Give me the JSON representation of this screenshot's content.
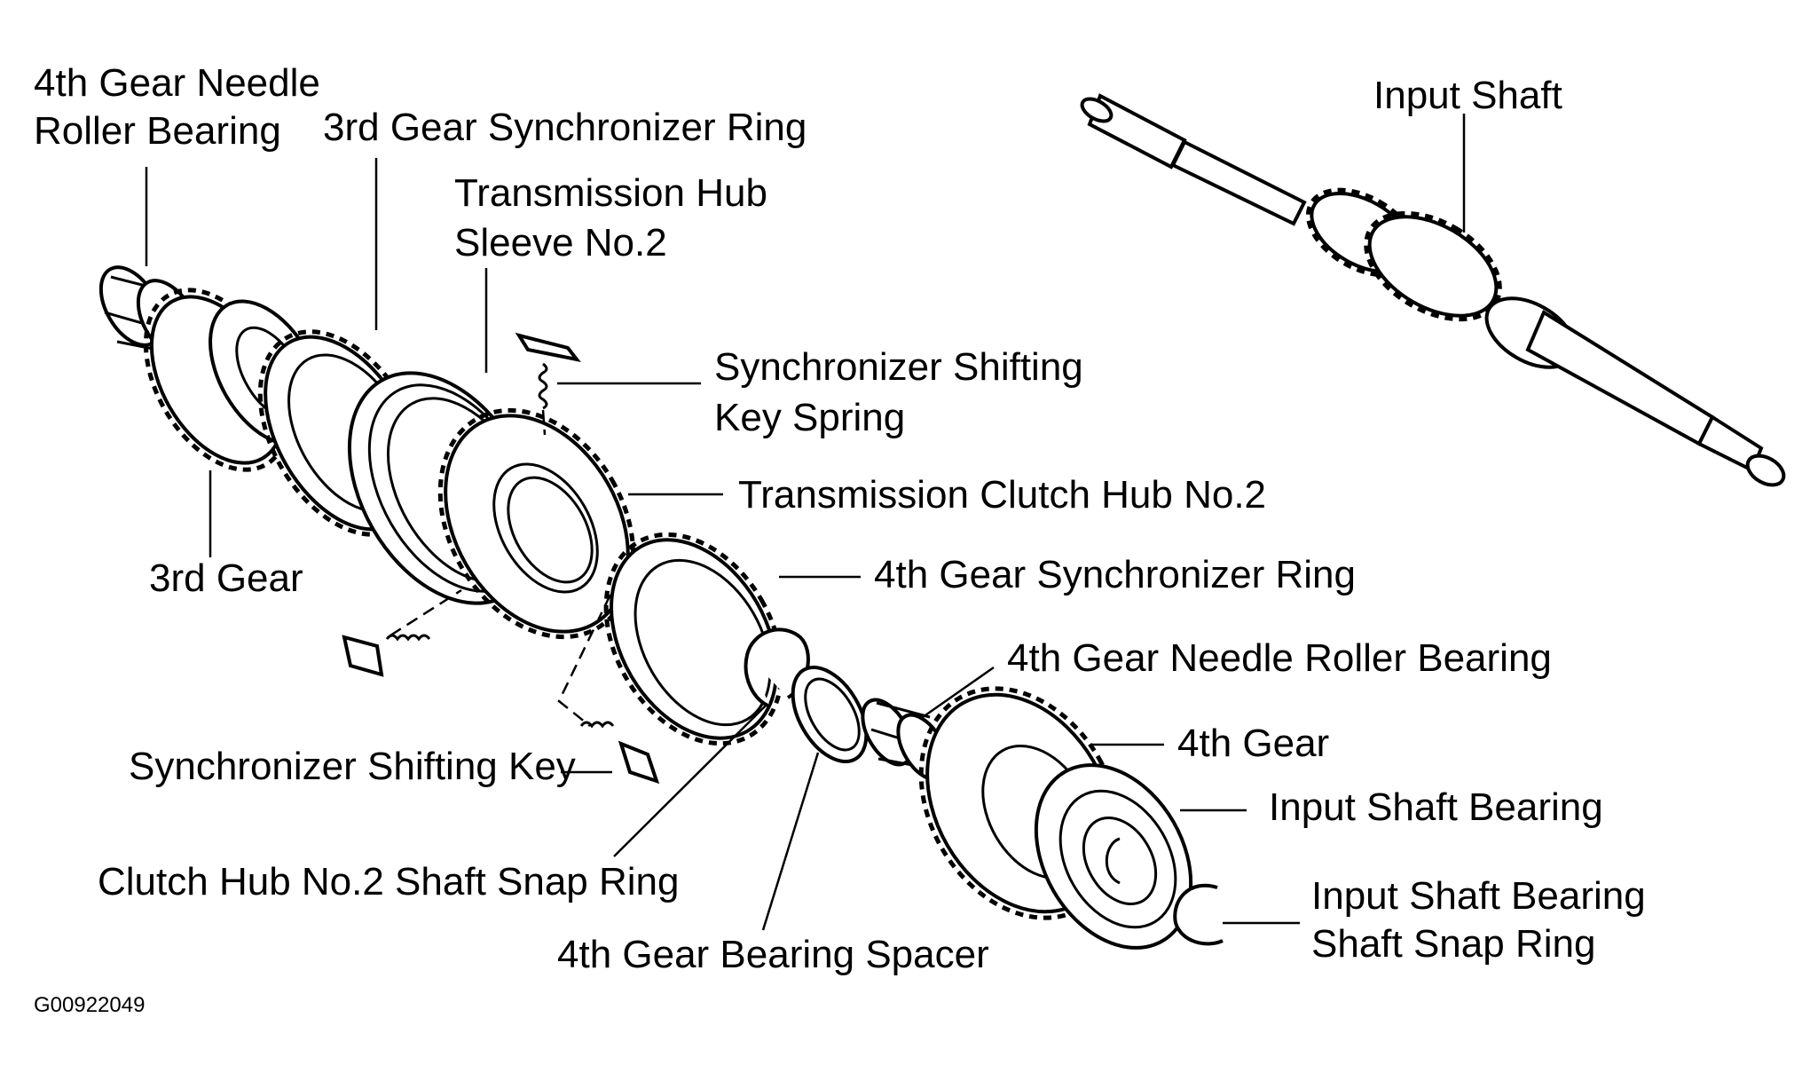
{
  "labels": {
    "needle_bearing_top_1": "4th Gear Needle",
    "needle_bearing_top_2": "Roller Bearing",
    "sync_ring_3rd": "3rd Gear Synchronizer Ring",
    "hub_sleeve_1": "Transmission Hub",
    "hub_sleeve_2": "Sleeve No.2",
    "input_shaft": "Input Shaft",
    "key_spring_1": "Synchronizer Shifting",
    "key_spring_2": "Key Spring",
    "clutch_hub": "Transmission Clutch Hub No.2",
    "gear_3rd": "3rd Gear",
    "sync_ring_4th": "4th Gear Synchronizer Ring",
    "needle_bearing_4th": "4th Gear Needle Roller Bearing",
    "gear_4th": "4th Gear",
    "shifting_key": "Synchronizer Shifting Key",
    "input_shaft_bearing": "Input Shaft Bearing",
    "hub_snap_ring": "Clutch Hub No.2 Shaft Snap Ring",
    "bearing_snap_ring_1": "Input Shaft Bearing",
    "bearing_snap_ring_2": "Shaft Snap Ring",
    "bearing_spacer": "4th Gear Bearing Spacer",
    "figure_code": "G00922049"
  }
}
